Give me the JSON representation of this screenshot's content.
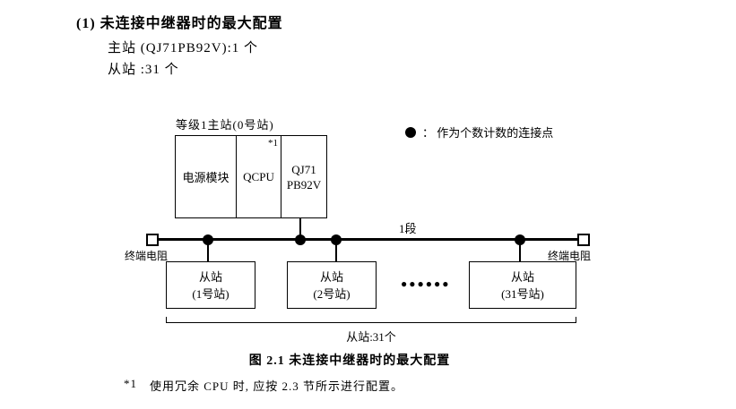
{
  "colors": {
    "ink": "#000000",
    "paper": "#ffffff"
  },
  "header": {
    "heading": "(1) 未连接中继器时的最大配置",
    "master_count_line": "主站 (QJ71PB92V):1 个",
    "slave_count_line": "从站 :31 个"
  },
  "diagram": {
    "master": {
      "label": "等级1主站(0号站)",
      "cell_power": "电源模块",
      "cell_cpu": "QCPU",
      "cell_cpu_note": "*1",
      "cell_module_line1": "QJ71",
      "cell_module_line2": "PB92V"
    },
    "legend": {
      "text": "： 作为个数计数的连接点"
    },
    "segment_label": "1段",
    "terminator_left_label": "终端电阻",
    "terminator_right_label": "终端电阻",
    "slaves": [
      {
        "line1": "从站",
        "line2": "(1号站)"
      },
      {
        "line1": "从站",
        "line2": "(2号站)"
      },
      {
        "line1": "从站",
        "line2": "(31号站)"
      }
    ],
    "ellipsis": "●●●●●●",
    "span_label": "从站:31个"
  },
  "caption": "图 2.1 未连接中继器时的最大配置",
  "footnote": {
    "marker": "*1",
    "text": "使用冗余 CPU 时, 应按 2.3 节所示进行配置。"
  }
}
